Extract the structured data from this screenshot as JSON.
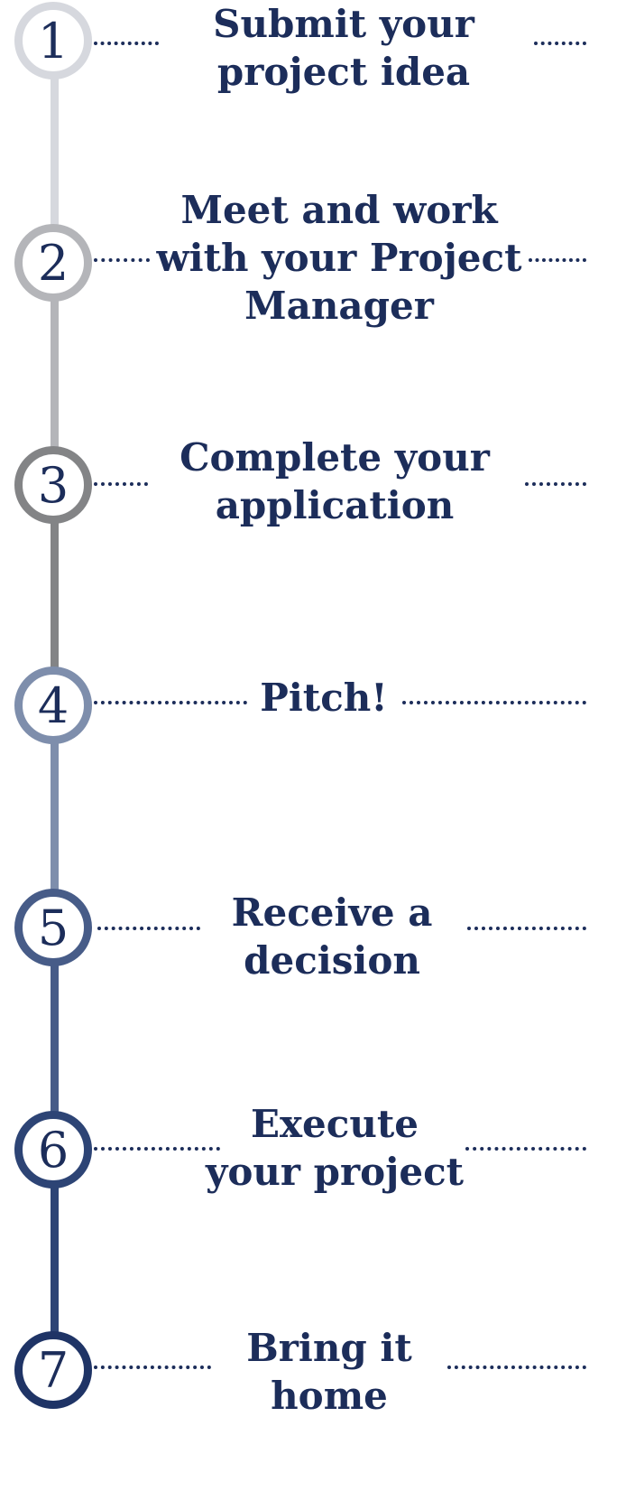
{
  "steps": [
    {
      "number": "1",
      "label_lines": [
        "Submit your",
        "project idea"
      ],
      "ring_color": "#d6d8de"
    },
    {
      "number": "2",
      "label_lines": [
        "Meet and work",
        "with your Project",
        "Manager"
      ],
      "ring_color": "#b4b5b9"
    },
    {
      "number": "3",
      "label_lines": [
        "Complete your",
        "application"
      ],
      "ring_color": "#838486"
    },
    {
      "number": "4",
      "label_lines": [
        "Pitch!"
      ],
      "ring_color": "#7e8eac"
    },
    {
      "number": "5",
      "label_lines": [
        "Receive a",
        "decision"
      ],
      "ring_color": "#475c88"
    },
    {
      "number": "6",
      "label_lines": [
        "Execute",
        "your project"
      ],
      "ring_color": "#2d4475"
    },
    {
      "number": "7",
      "label_lines": [
        "Bring it",
        "home"
      ],
      "ring_color": "#1f3466"
    }
  ],
  "colors": {
    "text": "#1c2d5a",
    "dots": "#1c2d5a"
  }
}
